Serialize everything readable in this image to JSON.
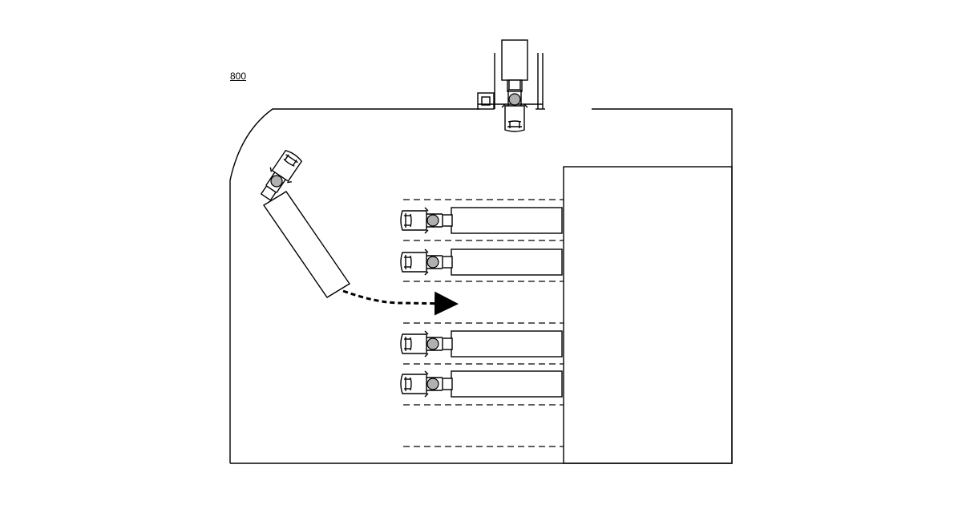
{
  "figure": {
    "reference_numeral": "800",
    "elements": {
      "dock_building": "loading-dock-building",
      "arriving_truck": "truck-approaching-dock",
      "parked_trucks": [
        "trailer-docked-1",
        "trailer-docked-2",
        "trailer-docked-3",
        "trailer-docked-4"
      ],
      "path_arrow": "planned-path-arrow",
      "gate_vehicle": "yard-gate-vehicle"
    }
  }
}
